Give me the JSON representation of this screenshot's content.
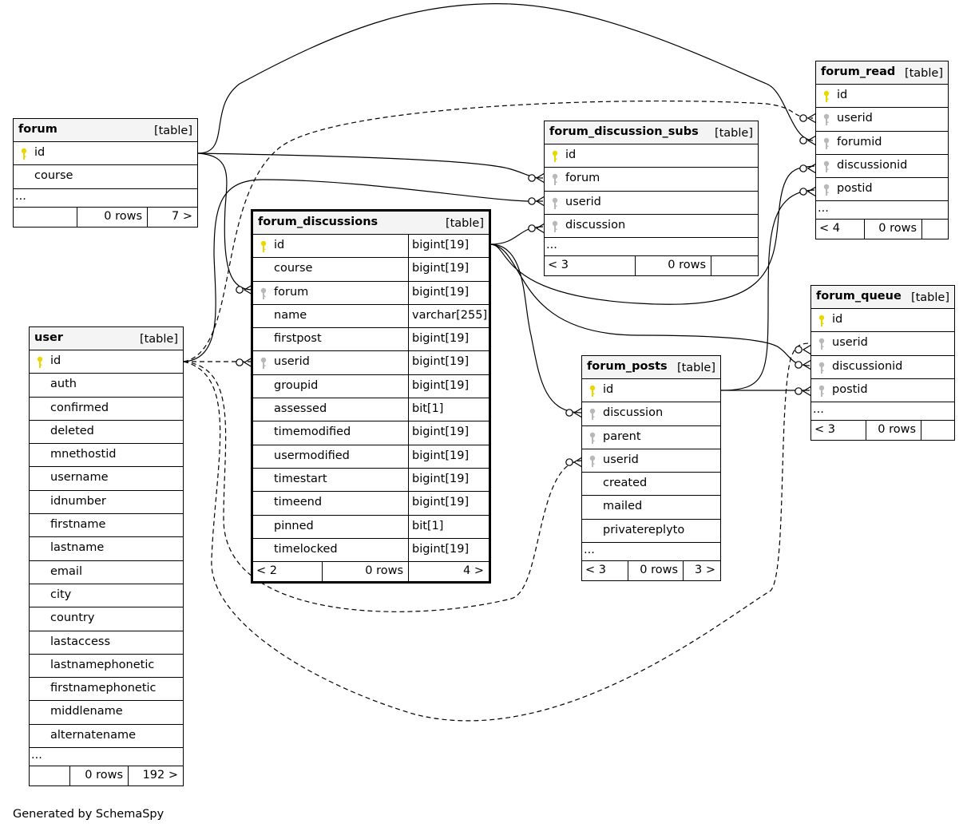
{
  "footer_text": "Generated by SchemaSpy",
  "tables": {
    "forum": {
      "name": "forum",
      "type": "[table]",
      "columns": [
        {
          "name": "id",
          "key": "primary"
        },
        {
          "name": "course"
        }
      ],
      "more": "...",
      "footer": {
        "parents": "",
        "rows": "0 rows",
        "children": "7 >"
      }
    },
    "forum_discussions": {
      "name": "forum_discussions",
      "type": "[table]",
      "columns": [
        {
          "name": "id",
          "key": "primary",
          "type": "bigint[19]"
        },
        {
          "name": "course",
          "type": "bigint[19]"
        },
        {
          "name": "forum",
          "key": "foreign",
          "type": "bigint[19]"
        },
        {
          "name": "name",
          "type": "varchar[255]"
        },
        {
          "name": "firstpost",
          "type": "bigint[19]"
        },
        {
          "name": "userid",
          "key": "foreign",
          "type": "bigint[19]"
        },
        {
          "name": "groupid",
          "type": "bigint[19]"
        },
        {
          "name": "assessed",
          "type": "bit[1]"
        },
        {
          "name": "timemodified",
          "type": "bigint[19]"
        },
        {
          "name": "usermodified",
          "type": "bigint[19]"
        },
        {
          "name": "timestart",
          "type": "bigint[19]"
        },
        {
          "name": "timeend",
          "type": "bigint[19]"
        },
        {
          "name": "pinned",
          "type": "bit[1]"
        },
        {
          "name": "timelocked",
          "type": "bigint[19]"
        }
      ],
      "footer": {
        "parents": "< 2",
        "rows": "0 rows",
        "children": "4 >"
      }
    },
    "user": {
      "name": "user",
      "type": "[table]",
      "columns": [
        {
          "name": "id",
          "key": "primary"
        },
        {
          "name": "auth"
        },
        {
          "name": "confirmed"
        },
        {
          "name": "deleted"
        },
        {
          "name": "mnethostid"
        },
        {
          "name": "username"
        },
        {
          "name": "idnumber"
        },
        {
          "name": "firstname"
        },
        {
          "name": "lastname"
        },
        {
          "name": "email"
        },
        {
          "name": "city"
        },
        {
          "name": "country"
        },
        {
          "name": "lastaccess"
        },
        {
          "name": "lastnamephonetic"
        },
        {
          "name": "firstnamephonetic"
        },
        {
          "name": "middlename"
        },
        {
          "name": "alternatename"
        }
      ],
      "more": "...",
      "footer": {
        "parents": "",
        "rows": "0 rows",
        "children": "192 >"
      }
    },
    "forum_discussion_subs": {
      "name": "forum_discussion_subs",
      "type": "[table]",
      "columns": [
        {
          "name": "id",
          "key": "primary"
        },
        {
          "name": "forum",
          "key": "foreign"
        },
        {
          "name": "userid",
          "key": "foreign"
        },
        {
          "name": "discussion",
          "key": "foreign"
        }
      ],
      "more": "...",
      "footer": {
        "parents": "< 3",
        "rows": "0 rows",
        "children": ""
      }
    },
    "forum_read": {
      "name": "forum_read",
      "type": "[table]",
      "columns": [
        {
          "name": "id",
          "key": "primary"
        },
        {
          "name": "userid",
          "key": "foreign"
        },
        {
          "name": "forumid",
          "key": "foreign"
        },
        {
          "name": "discussionid",
          "key": "foreign"
        },
        {
          "name": "postid",
          "key": "foreign"
        }
      ],
      "more": "...",
      "footer": {
        "parents": "< 4",
        "rows": "0 rows",
        "children": ""
      }
    },
    "forum_posts": {
      "name": "forum_posts",
      "type": "[table]",
      "columns": [
        {
          "name": "id",
          "key": "primary"
        },
        {
          "name": "discussion",
          "key": "foreign"
        },
        {
          "name": "parent",
          "key": "foreign"
        },
        {
          "name": "userid",
          "key": "foreign"
        },
        {
          "name": "created"
        },
        {
          "name": "mailed"
        },
        {
          "name": "privatereplyto"
        }
      ],
      "more": "...",
      "footer": {
        "parents": "< 3",
        "rows": "0 rows",
        "children": "3 >"
      }
    },
    "forum_queue": {
      "name": "forum_queue",
      "type": "[table]",
      "columns": [
        {
          "name": "id",
          "key": "primary"
        },
        {
          "name": "userid",
          "key": "foreign"
        },
        {
          "name": "discussionid",
          "key": "foreign"
        },
        {
          "name": "postid",
          "key": "foreign"
        }
      ],
      "more": "...",
      "footer": {
        "parents": "< 3",
        "rows": "0 rows",
        "children": ""
      }
    }
  },
  "colors": {
    "primary_key": "#e8d800",
    "foreign_key": "#b8b8b8",
    "header_bg": "#f4f4f4"
  }
}
